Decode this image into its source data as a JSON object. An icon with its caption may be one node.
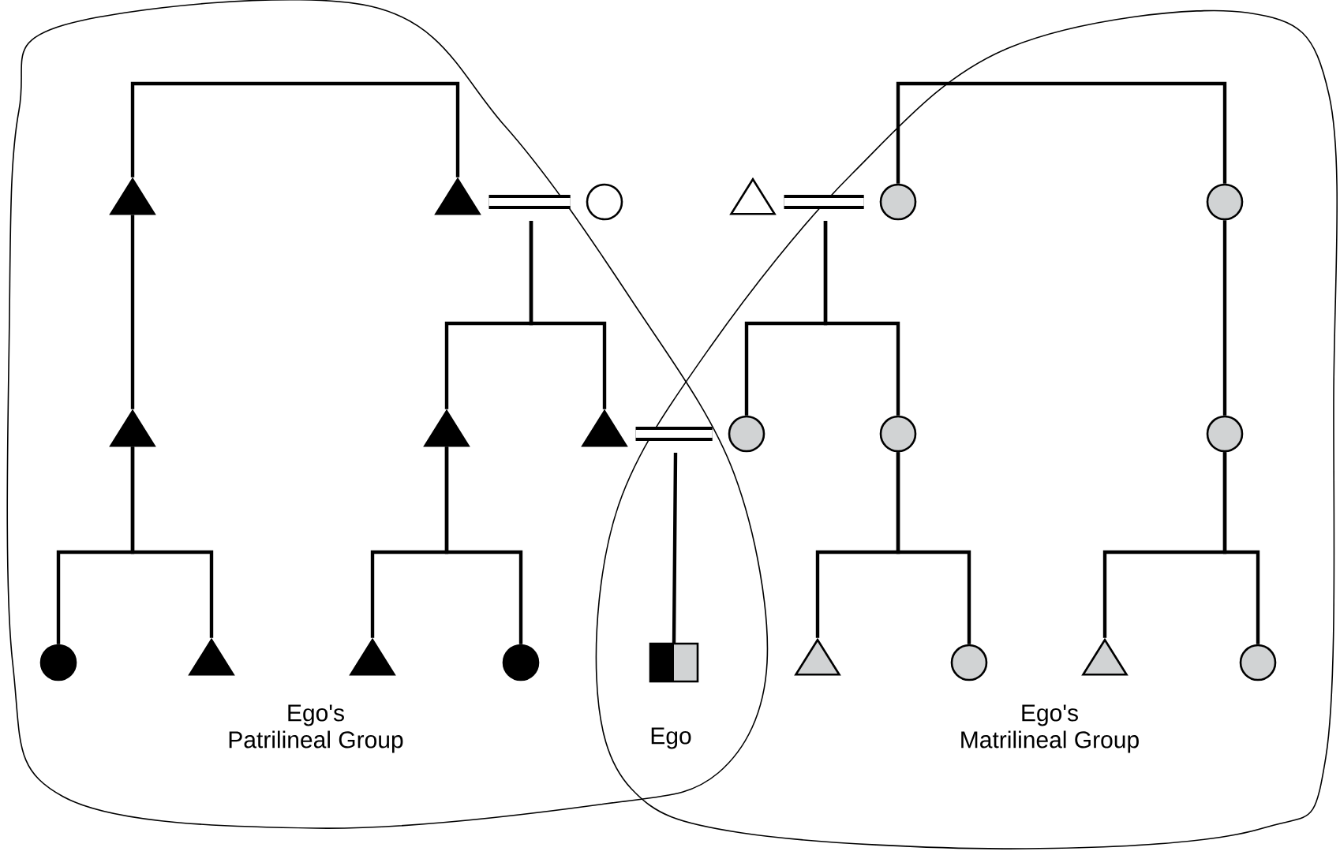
{
  "diagram": {
    "nodes": [
      {
        "text": [],
        "shape": "triangle"
      },
      {
        "text": [],
        "shape": "triangle"
      },
      {
        "text": [],
        "shape": "circle"
      },
      {
        "text": [],
        "shape": "triangle"
      },
      {
        "text": [],
        "shape": "circle"
      },
      {
        "text": [],
        "shape": "circle"
      },
      {
        "text": [],
        "shape": "triangle"
      },
      {
        "text": [],
        "shape": "triangle"
      },
      {
        "text": [],
        "shape": "triangle"
      },
      {
        "text": [],
        "shape": "circle"
      },
      {
        "text": [],
        "shape": "circle"
      },
      {
        "text": [],
        "shape": "circle"
      },
      {
        "text": [],
        "shape": "circle"
      },
      {
        "text": [],
        "shape": "triangle"
      },
      {
        "text": [],
        "shape": "triangle"
      },
      {
        "text": [],
        "shape": "circle"
      },
      {
        "text": [],
        "shape": "box",
        "beside": [
          "Ego"
        ]
      },
      {
        "text": [],
        "shape": "triangle"
      },
      {
        "text": [],
        "shape": "circle"
      },
      {
        "text": [],
        "shape": "triangle"
      },
      {
        "text": [],
        "shape": "circle"
      }
    ],
    "edges": [
      {
        "from": 0,
        "to": 1,
        "arrow": "none"
      },
      {
        "from": 4,
        "to": 5,
        "arrow": "none"
      },
      {
        "from": 1,
        "to": 2,
        "arrow": "none",
        "style": "thick"
      },
      {
        "from": 3,
        "to": 4,
        "arrow": "none",
        "style": "thick"
      },
      {
        "from": 0,
        "to": 6,
        "arrow": "none"
      },
      {
        "from": 1,
        "to": 7,
        "arrow": "none"
      },
      {
        "from": 1,
        "to": 8,
        "arrow": "none"
      },
      {
        "from": 3,
        "to": 9,
        "arrow": "none"
      },
      {
        "from": 3,
        "to": 10,
        "arrow": "none"
      },
      {
        "from": 5,
        "to": 11,
        "arrow": "none"
      },
      {
        "from": 8,
        "to": 9,
        "arrow": "none",
        "style": "thick"
      },
      {
        "from": 6,
        "to": 12,
        "arrow": "none"
      },
      {
        "from": 6,
        "to": 13,
        "arrow": "none"
      },
      {
        "from": 7,
        "to": 14,
        "arrow": "none"
      },
      {
        "from": 7,
        "to": 15,
        "arrow": "none"
      },
      {
        "from": 8,
        "to": 16,
        "arrow": "none"
      },
      {
        "from": 10,
        "to": 17,
        "arrow": "none"
      },
      {
        "from": 10,
        "to": 18,
        "arrow": "none"
      },
      {
        "from": 11,
        "to": 19,
        "arrow": "none"
      },
      {
        "from": 11,
        "to": 20,
        "arrow": "none"
      }
    ],
    "labels": [
      "Ego's Patrilineal Group",
      "Ego's Matrilineal Group"
    ]
  }
}
